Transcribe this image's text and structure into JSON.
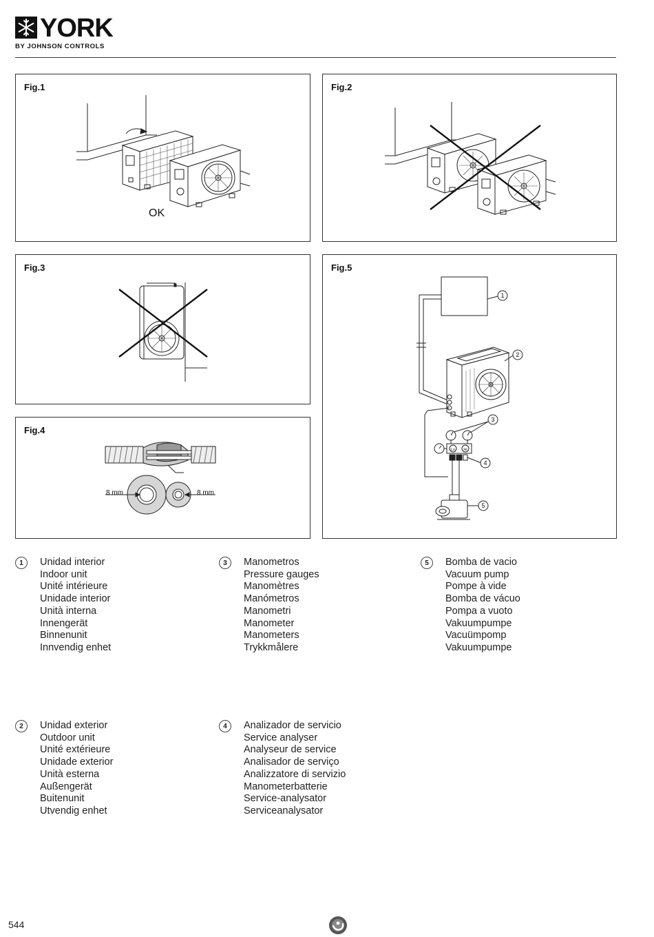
{
  "header": {
    "brand": "YORK",
    "byline": "BY JOHNSON CONTROLS"
  },
  "figures": {
    "fig1": {
      "label": "Fig.1",
      "caption": "OK"
    },
    "fig2": {
      "label": "Fig.2"
    },
    "fig3": {
      "label": "Fig.3"
    },
    "fig4": {
      "label": "Fig.4",
      "dim_left": "8 mm",
      "dim_right": "8 mm"
    },
    "fig5": {
      "label": "Fig.5",
      "callouts": [
        "1",
        "2",
        "3",
        "4",
        "5"
      ],
      "gauge_lo": "Lo",
      "gauge_hi": "Hi"
    }
  },
  "legend": [
    {
      "num": "1",
      "items": [
        "Unidad interior",
        "Indoor unit",
        "Unité intérieure",
        "Unidade interior",
        "Unità interna",
        "Innengerät",
        "Binnenunit",
        "Innvendig enhet"
      ]
    },
    {
      "num": "3",
      "items": [
        "Manometros",
        "Pressure gauges",
        "Manomètres",
        "Manómetros",
        "Manometri",
        "Manometer",
        "Manometers",
        "Trykkmålere"
      ]
    },
    {
      "num": "5",
      "items": [
        "Bomba de vacio",
        "Vacuum pump",
        "Pompe à vide",
        "Bomba de vácuo",
        "Pompa a vuoto",
        "Vakuumpumpe",
        "Vacuümpomp",
        "Vakuumpumpe"
      ]
    },
    {
      "num": "2",
      "items": [
        "Unidad exterior",
        "Outdoor unit",
        "Unité extérieure",
        "Unidade exterior",
        "Unità esterna",
        "Außengerät",
        "Buitenunit",
        "Utvendig enhet"
      ]
    },
    {
      "num": "4",
      "items": [
        "Analizador de servicio",
        "Service analyser",
        "Analyseur de service",
        "Analisador de serviço",
        "Analizzatore di servizio",
        "Manometerbatterie",
        "Service-analysator",
        "Serviceanalysator"
      ]
    }
  ],
  "footer": {
    "page_number": "544"
  }
}
